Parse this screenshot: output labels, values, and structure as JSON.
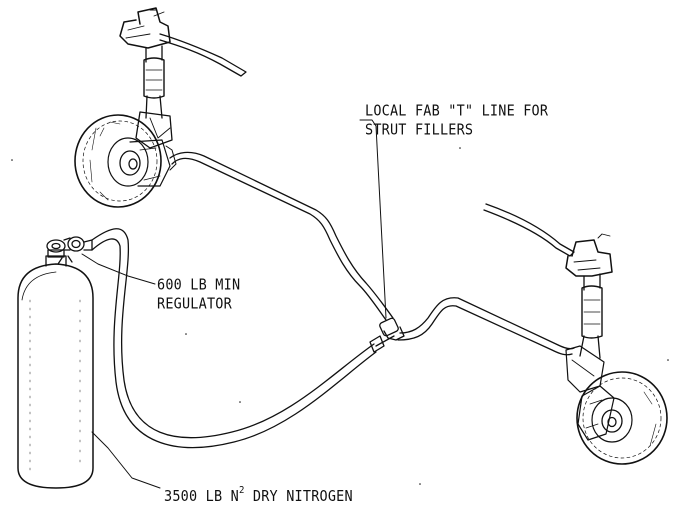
{
  "labels": {
    "tee_line_1": "LOCAL FAB \"T\" LINE FOR",
    "tee_line_2": "STRUT FILLERS",
    "regulator_line_1": "600 LB MIN",
    "regulator_line_2": "REGULATOR",
    "nitrogen_prefix": "3500 LB N",
    "nitrogen_superscript": "2",
    "nitrogen_suffix": " DRY NITROGEN"
  },
  "colors": {
    "ink": "#111111",
    "background": "#ffffff"
  }
}
